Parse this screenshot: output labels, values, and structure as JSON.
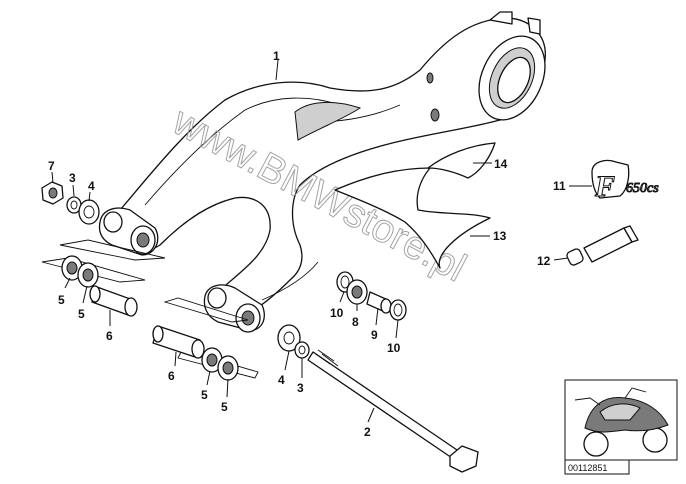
{
  "watermark": "www.BMWstore.pl",
  "logo": {
    "letter": "F",
    "model": "650cs"
  },
  "reference_code": "00112851",
  "callouts": {
    "c1": "1",
    "c2": "2",
    "c3a": "3",
    "c3b": "3",
    "c4a": "4",
    "c4b": "4",
    "c5a": "5",
    "c5b": "5",
    "c5c": "5",
    "c5d": "5",
    "c6a": "6",
    "c6b": "6",
    "c7": "7",
    "c8": "8",
    "c9": "9",
    "c10a": "10",
    "c10b": "10",
    "c11": "11",
    "c12": "12",
    "c13": "13",
    "c14": "14"
  }
}
